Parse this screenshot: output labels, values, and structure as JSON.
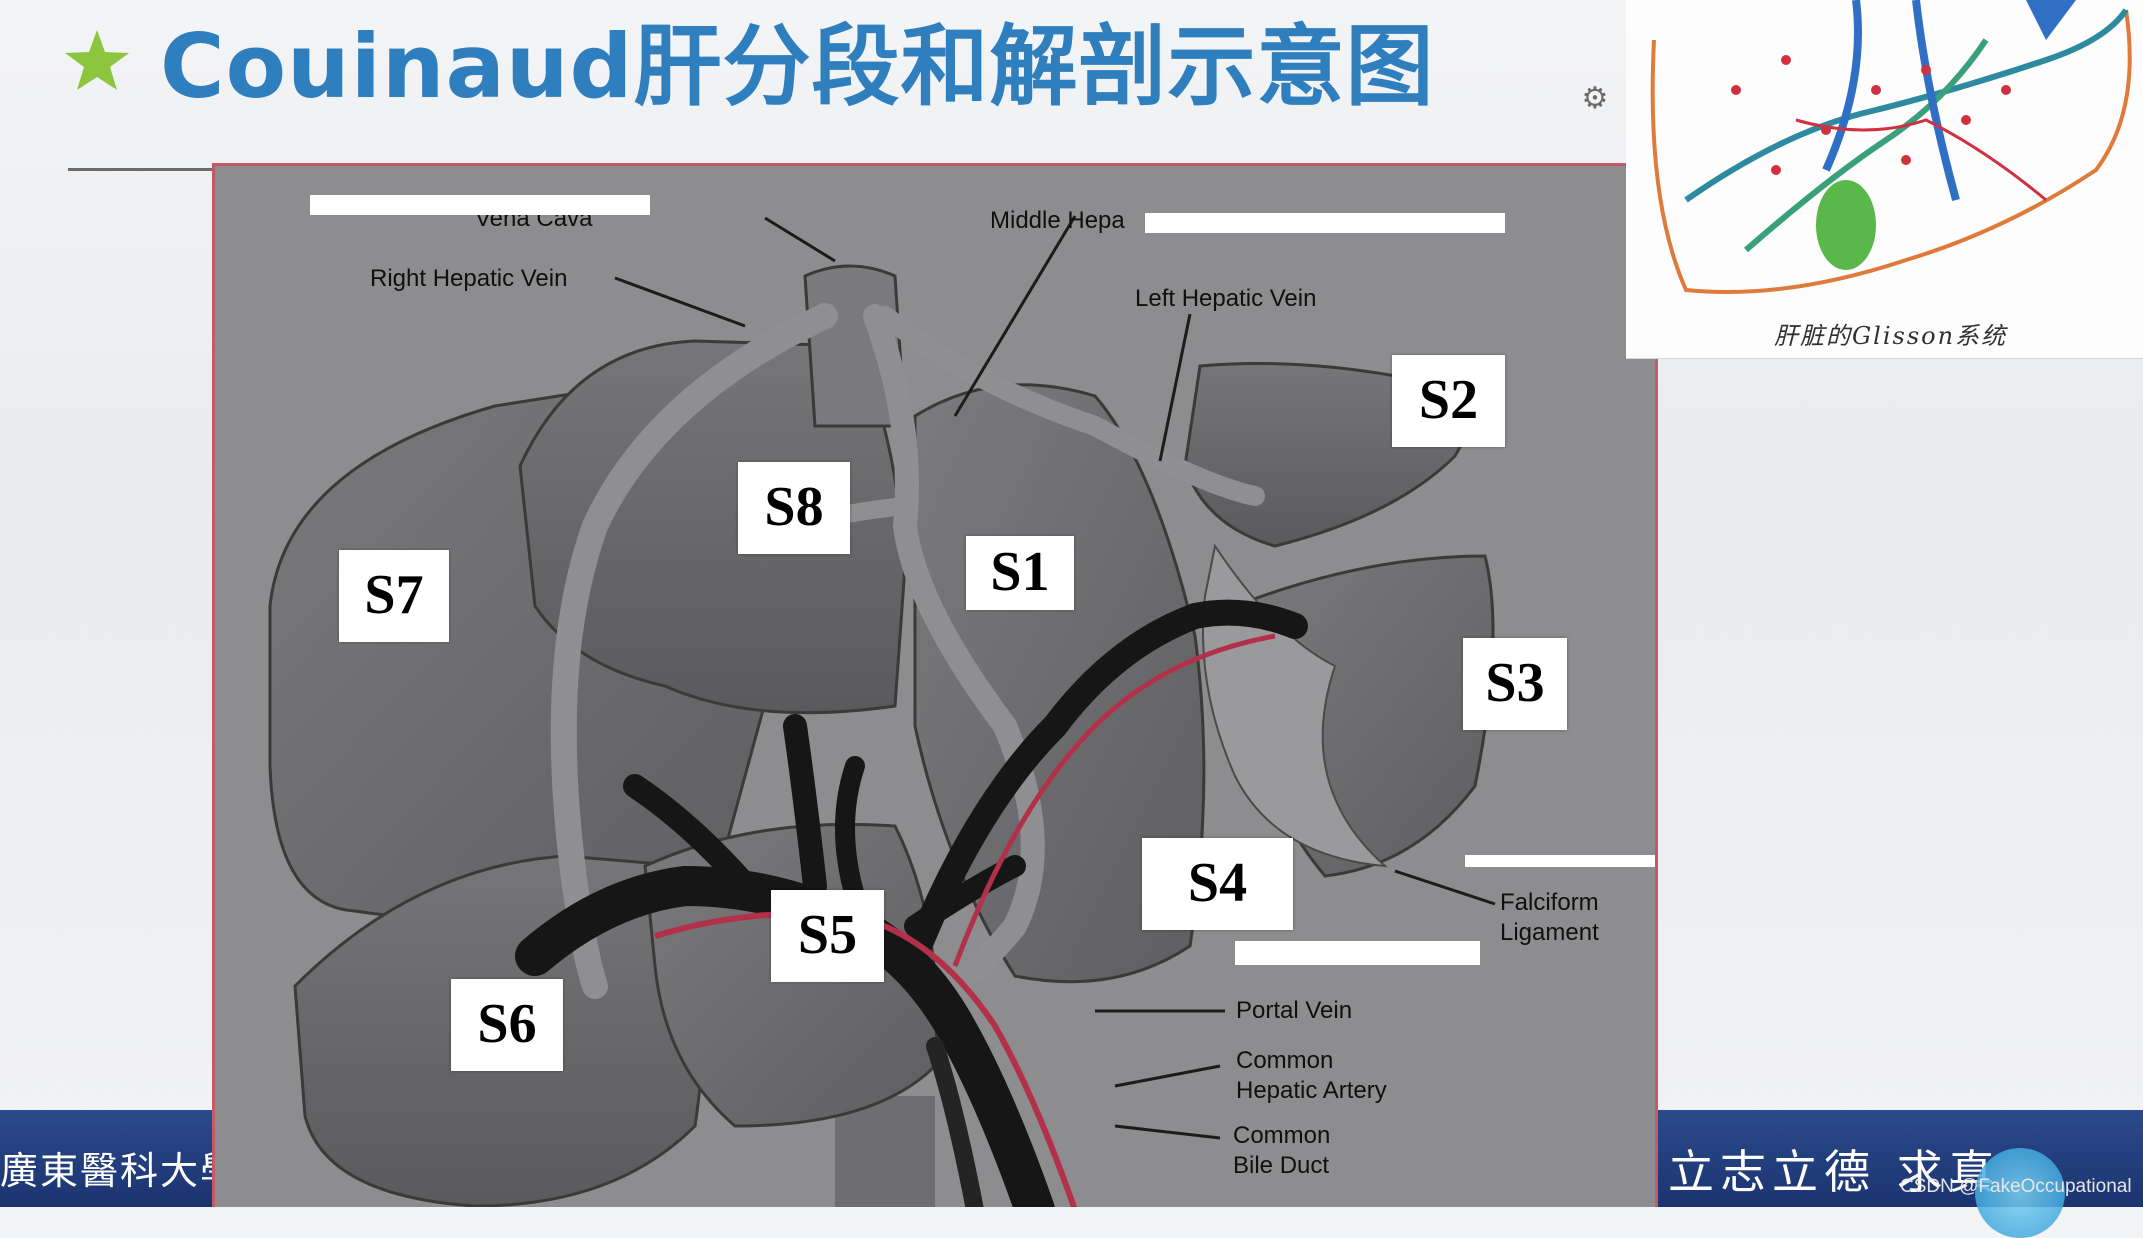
{
  "slide": {
    "title": "Couinaud肝分段和解剖示意图",
    "title_color": "#2f7fbf",
    "star_color": "#8cc63f"
  },
  "diagram": {
    "anatomy_labels": {
      "vena_cava": "Vena Cava",
      "middle_hepatic": "Middle Hepa",
      "right_hepatic_vein": "Right Hepatic Vein",
      "left_hepatic_vein": "Left Hepatic Vein",
      "falciform_1": "Falciform",
      "falciform_2": "Ligament",
      "portal_vein": "Portal Vein",
      "cha_1": "Common",
      "cha_2": "Hepatic Artery",
      "cbd_1": "Common",
      "cbd_2": "Bile Duct"
    },
    "segments": {
      "s1": "S1",
      "s2": "S2",
      "s3": "S3",
      "s4": "S4",
      "s5": "S5",
      "s6": "S6",
      "s7": "S7",
      "s8": "S8"
    }
  },
  "inset": {
    "caption": "肝脏的Glisson系统"
  },
  "footer": {
    "left_text": "廣東醫科大學",
    "right_text": "立志立德 求真",
    "watermark": "CSDN @FakeOccupational"
  },
  "colors": {
    "footer_bg": "#1f3d7c",
    "diagram_bg": "#8d8d8f",
    "vessel_dark": "#161616",
    "vessel_red": "#b3304a"
  }
}
